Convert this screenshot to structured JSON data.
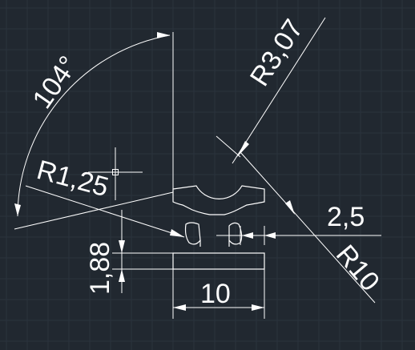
{
  "drawing": {
    "background_color": "#212830",
    "grid_color": "#2b333d",
    "line_color": "#ffffff",
    "dimensions": {
      "angle_label": "104°",
      "r_small_top_label": "R3,07",
      "r_fillet_label": "R1,25",
      "r_large_label": "R10",
      "offset_label": "2,5",
      "height_label": "1,88",
      "width_label": "10"
    }
  }
}
